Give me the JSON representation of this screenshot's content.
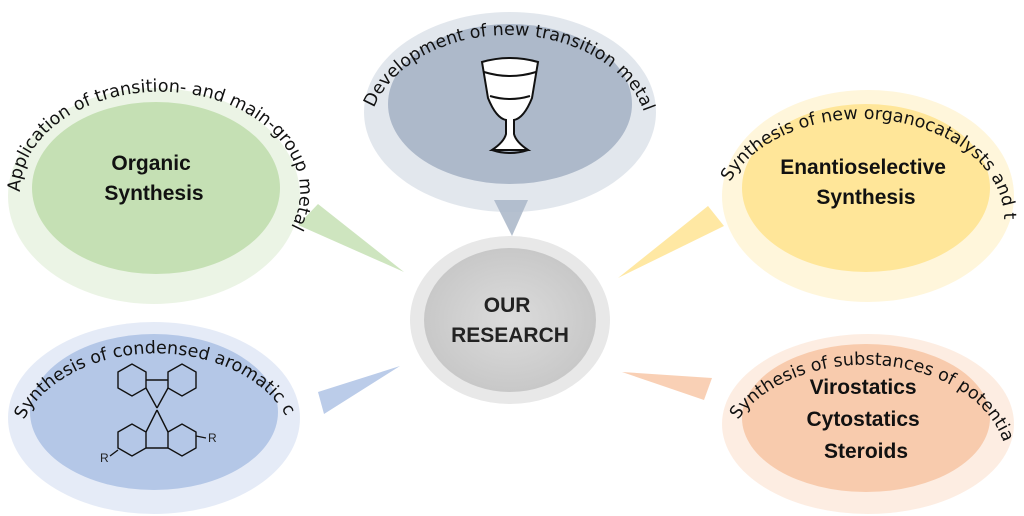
{
  "center": {
    "title_line1": "OUR",
    "title_line2": "RESEARCH",
    "color": "#d6d6d6"
  },
  "nodes": [
    {
      "id": "organic",
      "title_lines": [
        "Organic",
        "Synthesis"
      ],
      "arc_text": "Application of transition- and main-group metal based methodology",
      "color": "#c5e0b4",
      "icon": "none"
    },
    {
      "id": "transition",
      "title_lines": [],
      "arc_text": "Development of new transition metal-catalyzed reactions",
      "color": "#adb9ca",
      "icon": "grail-icon"
    },
    {
      "id": "enantio",
      "title_lines": [
        "Enantioselective",
        "Synthesis"
      ],
      "arc_text": "Synthesis of new organocatalysts and their application",
      "color": "#ffe699",
      "icon": "none"
    },
    {
      "id": "aromatic",
      "title_lines": [],
      "arc_text": "Synthesis of condensed aromatic compounds",
      "color": "#b4c7e7",
      "icon": "spirobifluorene-structure-icon",
      "substituent_label": "R"
    },
    {
      "id": "medicinal",
      "title_lines": [
        "Virostatics",
        "Cytostatics",
        "Steroids"
      ],
      "arc_text": "Synthesis of substances of potential medicinal interest",
      "color": "#f8cbad",
      "icon": "none"
    }
  ]
}
